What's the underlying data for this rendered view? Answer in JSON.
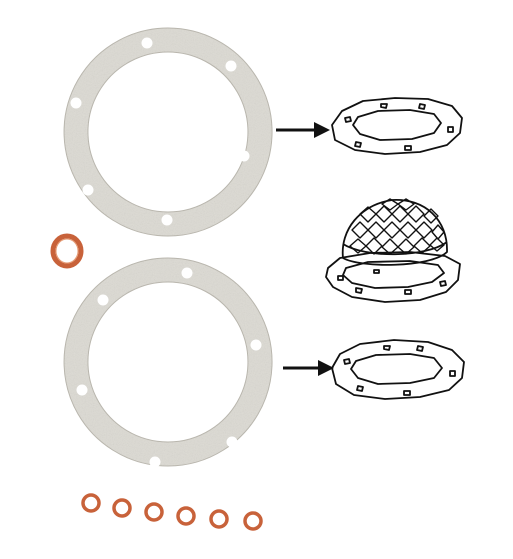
{
  "image": {
    "alt": ""
  },
  "parts": {
    "large_gaskets": [
      "paper-gasket-top",
      "paper-gasket-bottom"
    ],
    "small_copper_washers": 7,
    "diagram_items": [
      "gasket-drawing-top",
      "oil-strainer-drawing",
      "gasket-drawing-bottom"
    ]
  },
  "colors": {
    "background": "#ffffff",
    "paper_gasket": "#dcdad3",
    "paper_gasket_edge": "#b9b6ad",
    "copper": "#c8623a",
    "copper_inner": "#e59a73",
    "ink": "#111111"
  }
}
